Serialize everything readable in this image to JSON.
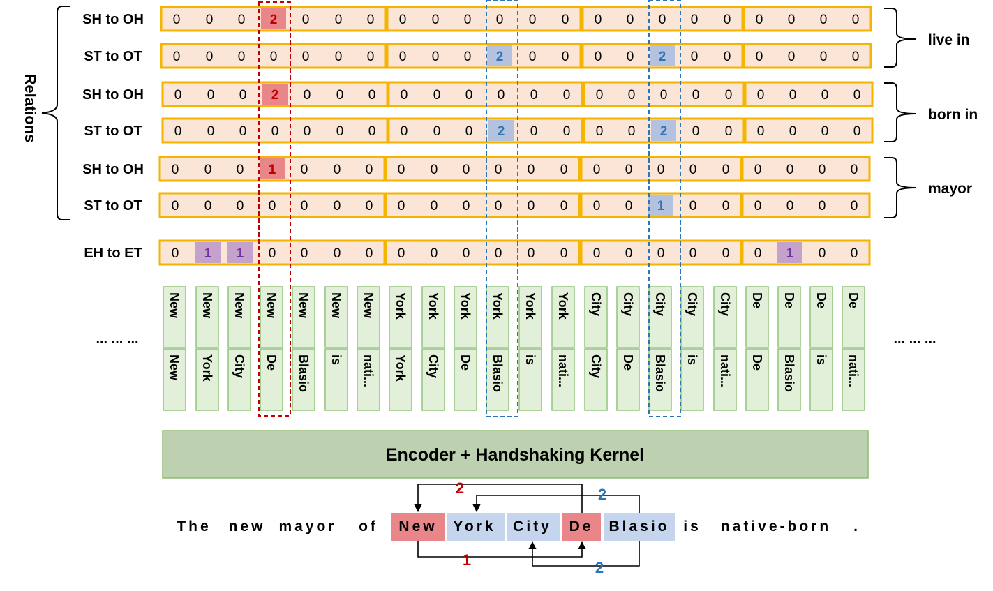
{
  "side_label": "Relations",
  "ellipsis_left": "... ... ...",
  "ellipsis_right": "... ... ...",
  "rows": [
    {
      "label": "SH to OH",
      "values": [
        0,
        0,
        0,
        2,
        0,
        0,
        0,
        0,
        0,
        0,
        0,
        0,
        0,
        0,
        0,
        0,
        0,
        0,
        0,
        0,
        0,
        0
      ],
      "highlights": {
        "3": "red"
      }
    },
    {
      "label": "ST to OT",
      "values": [
        0,
        0,
        0,
        0,
        0,
        0,
        0,
        0,
        0,
        0,
        2,
        0,
        0,
        0,
        0,
        2,
        0,
        0,
        0,
        0,
        0,
        0
      ],
      "highlights": {
        "10": "blue",
        "15": "blue"
      }
    },
    {
      "label": "SH to OH",
      "values": [
        0,
        0,
        0,
        2,
        0,
        0,
        0,
        0,
        0,
        0,
        0,
        0,
        0,
        0,
        0,
        0,
        0,
        0,
        0,
        0,
        0,
        0
      ],
      "highlights": {
        "3": "red"
      }
    },
    {
      "label": "ST to OT",
      "values": [
        0,
        0,
        0,
        0,
        0,
        0,
        0,
        0,
        0,
        0,
        2,
        0,
        0,
        0,
        0,
        2,
        0,
        0,
        0,
        0,
        0,
        0
      ],
      "highlights": {
        "10": "blue",
        "15": "blue"
      }
    },
    {
      "label": "SH to OH",
      "values": [
        0,
        0,
        0,
        1,
        0,
        0,
        0,
        0,
        0,
        0,
        0,
        0,
        0,
        0,
        0,
        0,
        0,
        0,
        0,
        0,
        0,
        0
      ],
      "highlights": {
        "3": "red"
      }
    },
    {
      "label": "ST to OT",
      "values": [
        0,
        0,
        0,
        0,
        0,
        0,
        0,
        0,
        0,
        0,
        0,
        0,
        0,
        0,
        0,
        1,
        0,
        0,
        0,
        0,
        0,
        0
      ],
      "highlights": {
        "15": "blue"
      }
    },
    {
      "label": "EH to ET",
      "values": [
        0,
        1,
        1,
        0,
        0,
        0,
        0,
        0,
        0,
        0,
        0,
        0,
        0,
        0,
        0,
        0,
        0,
        0,
        0,
        1,
        0,
        0
      ],
      "highlights": {
        "1": "purple",
        "2": "purple",
        "19": "purple"
      }
    }
  ],
  "relation_labels": [
    "live in",
    "born in",
    "mayor"
  ],
  "token_pairs": [
    {
      "top": "New",
      "bottom": "New"
    },
    {
      "top": "New",
      "bottom": "York"
    },
    {
      "top": "New",
      "bottom": "City"
    },
    {
      "top": "New",
      "bottom": "De"
    },
    {
      "top": "New",
      "bottom": "Blasio"
    },
    {
      "top": "New",
      "bottom": "is"
    },
    {
      "top": "New",
      "bottom": "nati..."
    },
    {
      "top": "York",
      "bottom": "York"
    },
    {
      "top": "York",
      "bottom": "City"
    },
    {
      "top": "York",
      "bottom": "De"
    },
    {
      "top": "York",
      "bottom": "Blasio"
    },
    {
      "top": "York",
      "bottom": "is"
    },
    {
      "top": "York",
      "bottom": "nati..."
    },
    {
      "top": "City",
      "bottom": "City"
    },
    {
      "top": "City",
      "bottom": "De"
    },
    {
      "top": "City",
      "bottom": "Blasio"
    },
    {
      "top": "City",
      "bottom": "is"
    },
    {
      "top": "City",
      "bottom": "nati..."
    },
    {
      "top": "De",
      "bottom": "De"
    },
    {
      "top": "De",
      "bottom": "Blasio"
    },
    {
      "top": "De",
      "bottom": "is"
    },
    {
      "top": "De",
      "bottom": "nati..."
    }
  ],
  "encoder_label": "Encoder + Handshaking Kernel",
  "sentence": [
    {
      "text": "The",
      "style": "plain"
    },
    {
      "text": "new",
      "style": "plain"
    },
    {
      "text": "mayor",
      "style": "plain"
    },
    {
      "text": "of",
      "style": "plain"
    },
    {
      "text": "New",
      "style": "red"
    },
    {
      "text": "York",
      "style": "blue"
    },
    {
      "text": "City",
      "style": "blue"
    },
    {
      "text": "De",
      "style": "red"
    },
    {
      "text": "Blasio",
      "style": "blue"
    },
    {
      "text": "is",
      "style": "plain"
    },
    {
      "text": "native-born",
      "style": "plain"
    },
    {
      "text": ".",
      "style": "plain"
    }
  ],
  "arrow_labels": [
    {
      "text": "2",
      "color": "#c00000"
    },
    {
      "text": "2",
      "color": "#2e75b6"
    },
    {
      "text": "1",
      "color": "#c00000"
    },
    {
      "text": "2",
      "color": "#2e75b6"
    }
  ],
  "colors": {
    "cell_fill": "#fbe5d6",
    "row_border": "#f4b400",
    "red_highlight": "#e8868a",
    "blue_highlight": "#b4c2df",
    "purple_highlight": "#c5a2cc",
    "red_text": "#c00000",
    "blue_text": "#2e75b6",
    "purple_text": "#7030a0",
    "token_fill": "#e2f0d9",
    "token_border": "#92c47d",
    "encoder_fill": "#bdd0b0",
    "encoder_border": "#8fbc6f",
    "sent_red": "#e8868a",
    "sent_blue": "#c5d5ed"
  }
}
